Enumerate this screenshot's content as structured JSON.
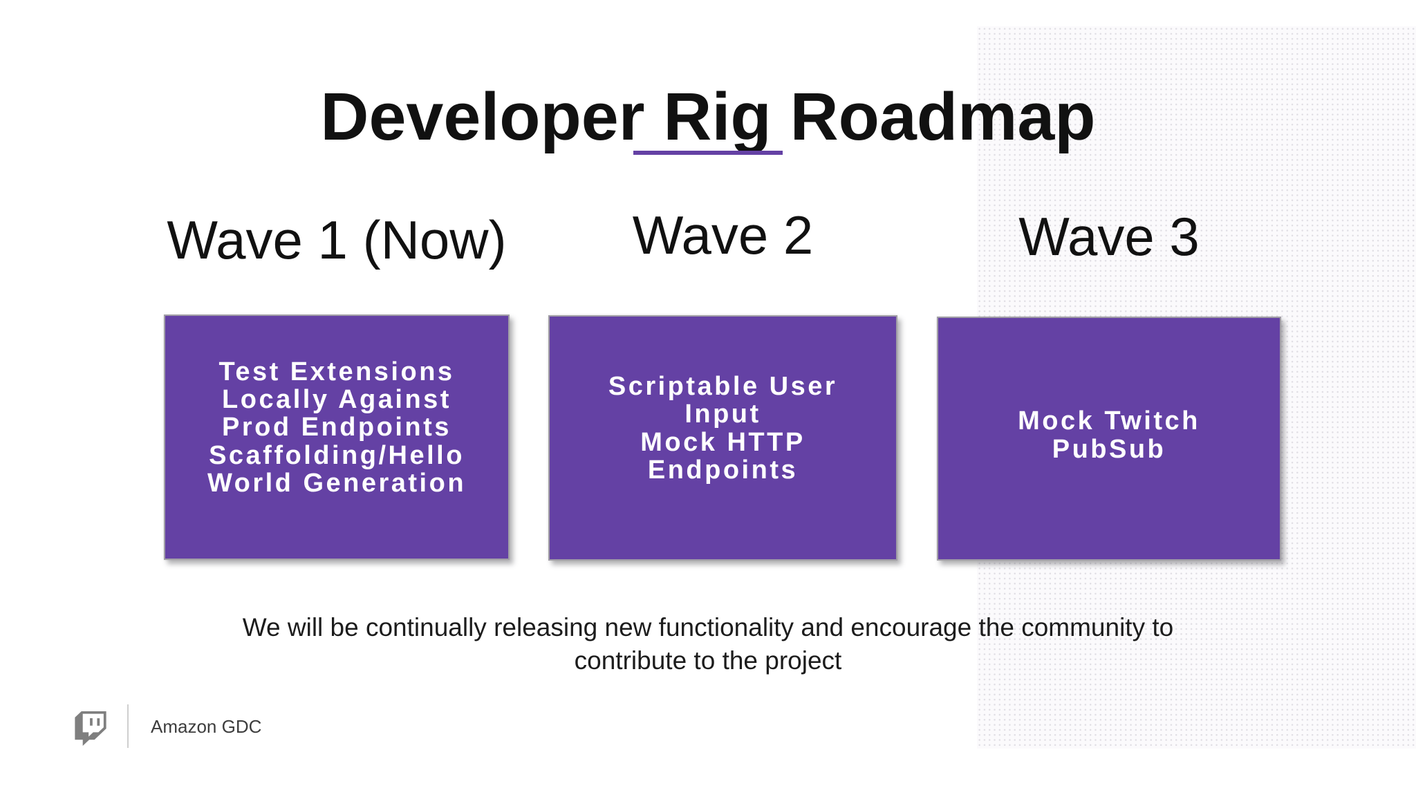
{
  "slide": {
    "title": "Developer Rig Roadmap",
    "columns": [
      {
        "heading": "Wave 1 (Now)",
        "box_lines": [
          "Test Extensions",
          "Locally Against",
          "Prod Endpoints",
          "Scaffolding/Hello",
          "World Generation"
        ]
      },
      {
        "heading": "Wave 2",
        "box_lines": [
          "Scriptable User",
          "Input",
          "Mock HTTP",
          "Endpoints"
        ]
      },
      {
        "heading": "Wave 3",
        "box_lines": [
          "Mock Twitch",
          "PubSub"
        ]
      }
    ],
    "footnote": "We will be continually releasing new functionality and encourage the community to\ncontribute to the project",
    "footer": {
      "logo": "twitch-glitch-icon",
      "label": "Amazon GDC"
    },
    "colors": {
      "box_purple": "#6441A4",
      "underline_purple": "#6441A4",
      "box_text_white": "#FFFFFF",
      "heading_black": "#111111",
      "footer_gray": "#3D3D3D",
      "logo_gray": "#7F7F7F",
      "dot_gray": "#E0DEE4"
    }
  }
}
